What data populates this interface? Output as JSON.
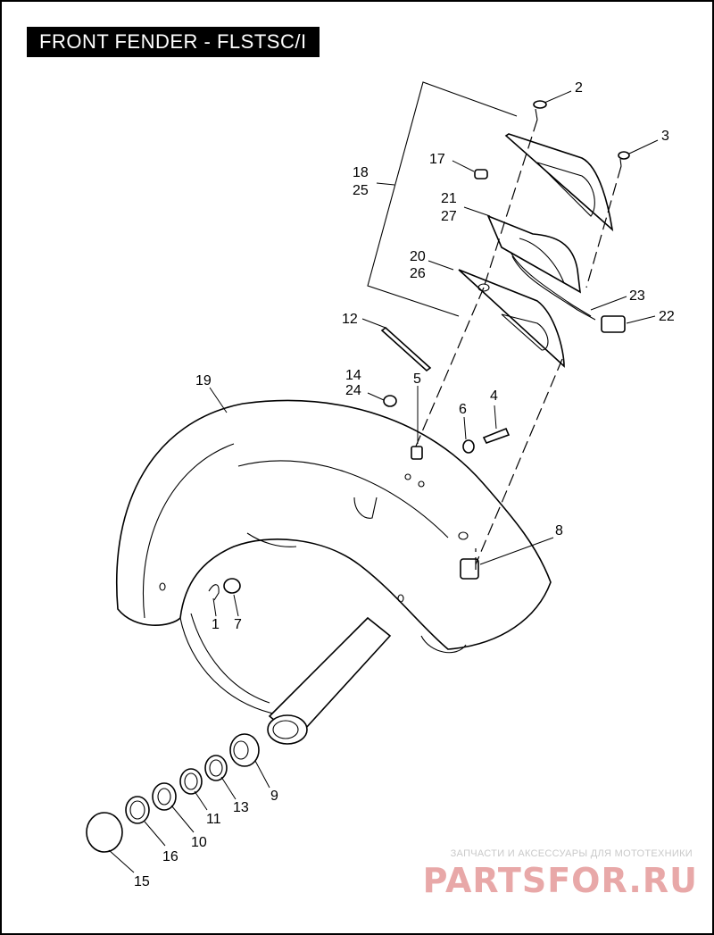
{
  "title": "FRONT FENDER - FLSTSC/I",
  "callouts": {
    "c1": "1",
    "c2": "2",
    "c3": "3",
    "c4": "4",
    "c5": "5",
    "c6": "6",
    "c7": "7",
    "c8": "8",
    "c9": "9",
    "c10": "10",
    "c11": "11",
    "c12": "12",
    "c13": "13",
    "c14": "14",
    "c15": "15",
    "c16": "16",
    "c17": "17",
    "c18": "18",
    "c19": "19",
    "c20": "20",
    "c21": "21",
    "c22": "22",
    "c23": "23",
    "c24": "24",
    "c25": "25",
    "c26": "26",
    "c27": "27"
  },
  "watermark": {
    "subtitle": "ЗАПЧАСТИ И АКСЕССУАРЫ ДЛЯ МОТОТЕХНИКИ",
    "brand": "PARTSFOR.RU"
  }
}
